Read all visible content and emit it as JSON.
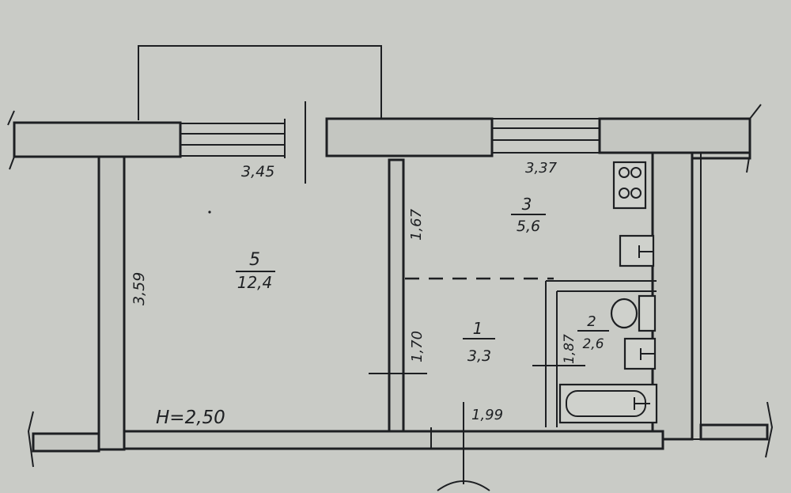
{
  "plan": {
    "ceiling_height": "H=2,50",
    "dimensions": {
      "room5_width": "3,45",
      "room5_depth": "3,59",
      "room3_width": "3,37",
      "room3_depth": "1,67",
      "hall_depth": "1,70",
      "hall_width": "1,99",
      "bath_depth": "1,87"
    },
    "rooms": {
      "r5": {
        "number": "5",
        "area": "12,4"
      },
      "r3": {
        "number": "3",
        "area": "5,6"
      },
      "r1": {
        "number": "1",
        "area": "3,3"
      },
      "r2": {
        "number": "2",
        "area": "2,6"
      }
    }
  }
}
